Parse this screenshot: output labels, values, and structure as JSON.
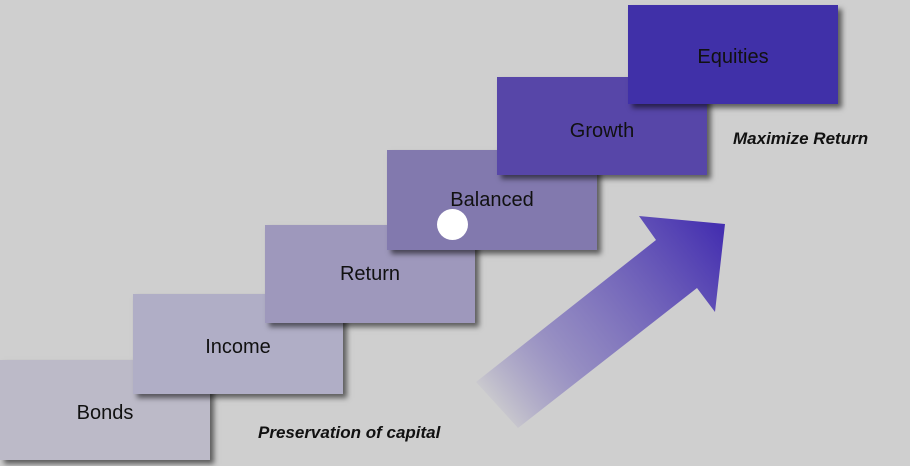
{
  "steps": [
    {
      "label": "Bonds",
      "color": "#bcbac8"
    },
    {
      "label": "Income",
      "color": "#b0aec6"
    },
    {
      "label": "Return",
      "color": "#9e98bc"
    },
    {
      "label": "Balanced",
      "color": "#8279ae"
    },
    {
      "label": "Growth",
      "color": "#5746a8"
    },
    {
      "label": "Equities",
      "color": "#4030a8"
    }
  ],
  "captions": {
    "top": "Maximize Return",
    "bottom": "Preservation of capital"
  },
  "arrow_color": "#4530b0"
}
